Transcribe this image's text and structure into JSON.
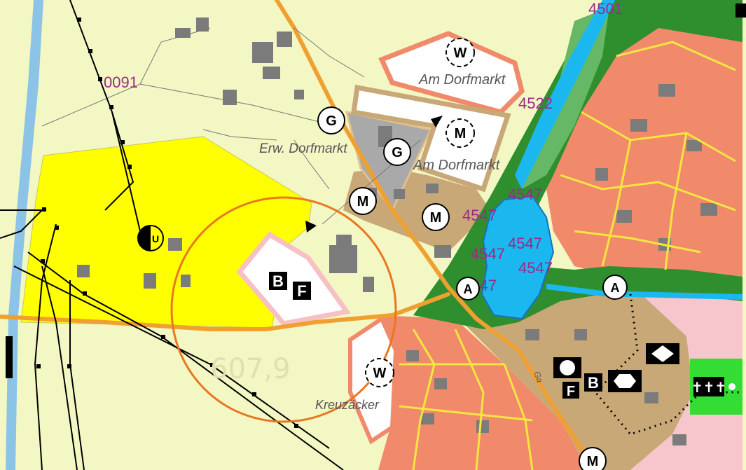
{
  "colors": {
    "background": "#f3f7c3",
    "yellow_zone": "#ffff00",
    "residential": "#f08a6a",
    "village_mixed": "#c9a878",
    "commercial_grey": "#a9a9a9",
    "water": "#1bb7ef",
    "green": "#2f8f2f",
    "road": "#f0a030",
    "pink": "#f7c6cc",
    "circle": "#e87722",
    "purple": "#9a2b8a",
    "bright_green": "#33dd33"
  },
  "labels": {
    "am_dorfmarkt_1": "Am Dorfmarkt",
    "am_dorfmarkt_2": "Am Dorfmarkt",
    "erw_dorfmarkt": "Erw. Dorfmarkt",
    "kreuzaecker": "Kreuzäcker",
    "elevation": "607,9",
    "street_fragment": "Ga"
  },
  "parcel_numbers": {
    "n0091": "0091",
    "n4501": "4501",
    "n4522": "4522",
    "n4547_a": "4547",
    "n4547_b": "4547",
    "n4547_c": "4547",
    "n4547_d": "4547",
    "n4547_e": "4547",
    "n4547_f": "4547"
  },
  "symbols": {
    "W1": "W",
    "W2": "W",
    "M1": "M",
    "M2": "M",
    "M3": "M",
    "M4": "M",
    "G1": "G",
    "G2": "G",
    "A1": "A",
    "A2": "A",
    "U": "U",
    "B1": "B",
    "F1": "F",
    "B2": "B",
    "F2": "F"
  },
  "icons": [
    "circle-symbol-icon",
    "hexagon-symbol-icon",
    "diamond-symbol-icon",
    "cemetery-crosses-icon",
    "triangle-marker-icon",
    "black-square-icon"
  ]
}
